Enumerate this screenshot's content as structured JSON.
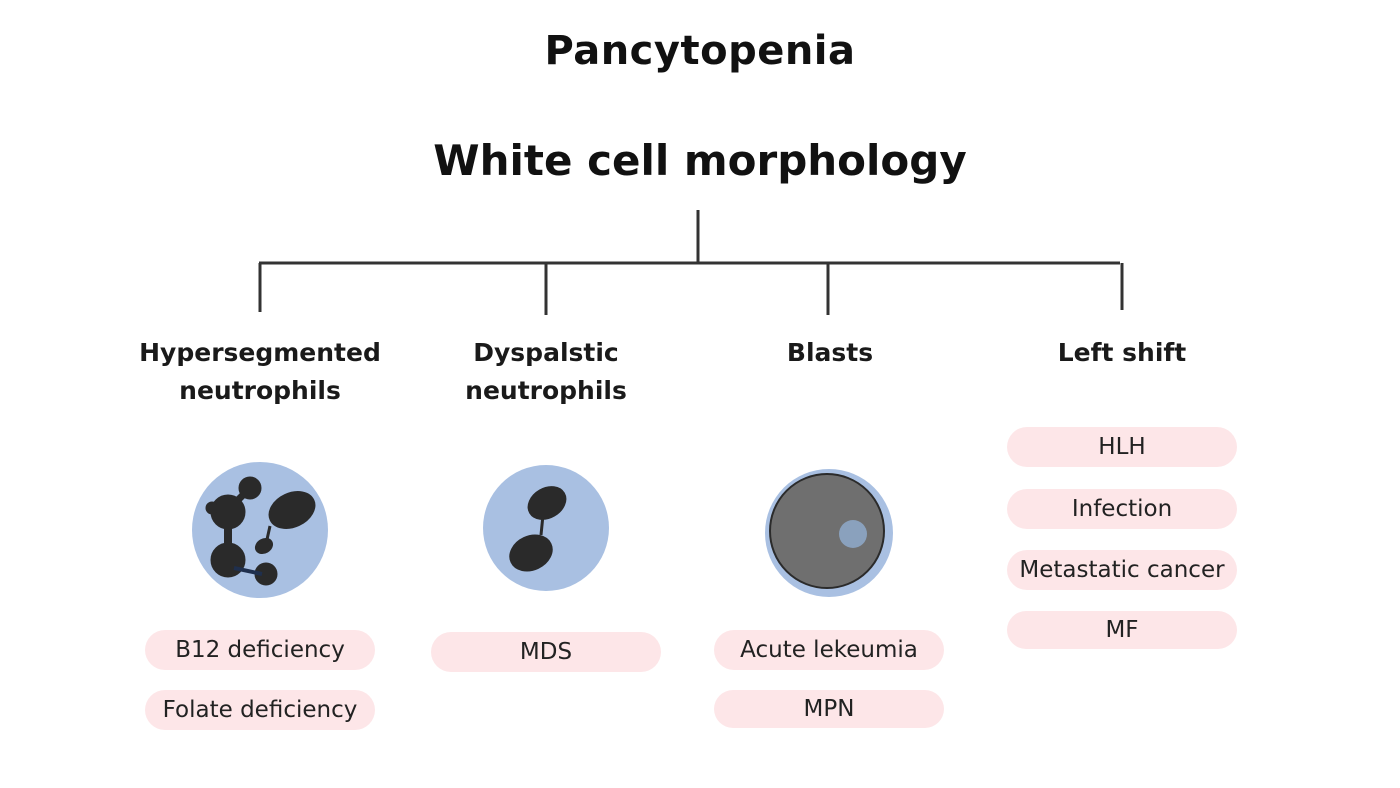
{
  "title": "Pancytopenia",
  "subtitle": "White cell morphology",
  "categories": [
    {
      "heading": "Hypersegmented neutrophils",
      "icon": "hypersegmented-neutrophil-icon",
      "items": [
        "B12 deficiency",
        "Folate  deficiency"
      ]
    },
    {
      "heading": "Dyspalstic neutrophils",
      "icon": "dysplastic-neutrophil-icon",
      "items": [
        "MDS"
      ]
    },
    {
      "heading": "Blasts",
      "icon": "blast-cell-icon",
      "items": [
        "Acute lekeumia",
        "MPN"
      ]
    },
    {
      "heading": "Left shift",
      "icon": "",
      "items": [
        "HLH",
        "Infection",
        "Metastatic cancer",
        "MF"
      ]
    }
  ],
  "colors": {
    "cell_outer": "#a9c0e2",
    "nucleus": "#2a2a2a",
    "blast_nucleus": "#6f6f6f",
    "nucleolus": "#8aa1bd",
    "pill": "#fde6e8",
    "line": "#333333"
  }
}
